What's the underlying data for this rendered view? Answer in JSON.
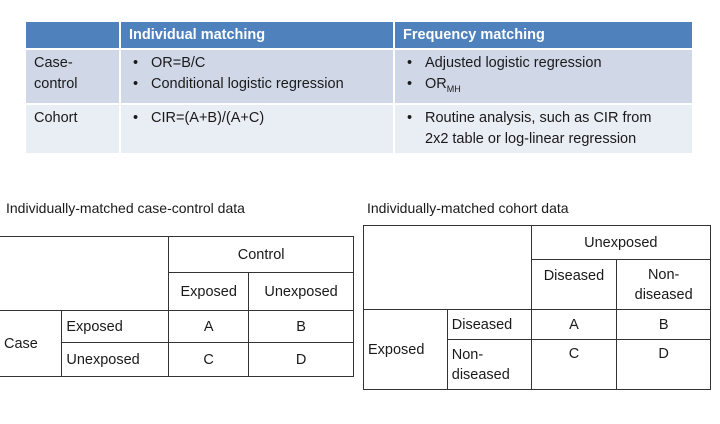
{
  "summary_table": {
    "headers": [
      "",
      "Individual matching",
      "Frequency matching"
    ],
    "rows": [
      {
        "label_line1": "Case-",
        "label_line2": "control",
        "individual": [
          "OR=B/C",
          "Conditional logistic regression"
        ],
        "frequency_item1": "Adjusted logistic regression",
        "frequency_item2_main": "OR",
        "frequency_item2_sub": "MH"
      },
      {
        "label_line1": "Cohort",
        "individual": [
          "CIR=(A+B)/(A+C)"
        ],
        "frequency": [
          "Routine analysis, such as CIR from",
          "2x2 table or log-linear regression"
        ]
      }
    ]
  },
  "case_control": {
    "caption": "Individually-matched case-control data",
    "control_header": "Control",
    "col_exposed": "Exposed",
    "col_unexposed": "Unexposed",
    "row_group": "Case",
    "row_exposed": "Exposed",
    "row_unexposed": "Unexposed",
    "cells": [
      "A",
      "B",
      "C",
      "D"
    ]
  },
  "cohort": {
    "caption": "Individually-matched cohort data",
    "unexposed_header": "Unexposed",
    "col_diseased": "Diseased",
    "col_nondiseased_1": "Non-",
    "col_nondiseased_2": "diseased",
    "row_group": "Exposed",
    "row_diseased": "Diseased",
    "row_nondiseased_1": "Non-",
    "row_nondiseased_2": "diseased",
    "cells": [
      "A",
      "B",
      "C",
      "D"
    ]
  }
}
